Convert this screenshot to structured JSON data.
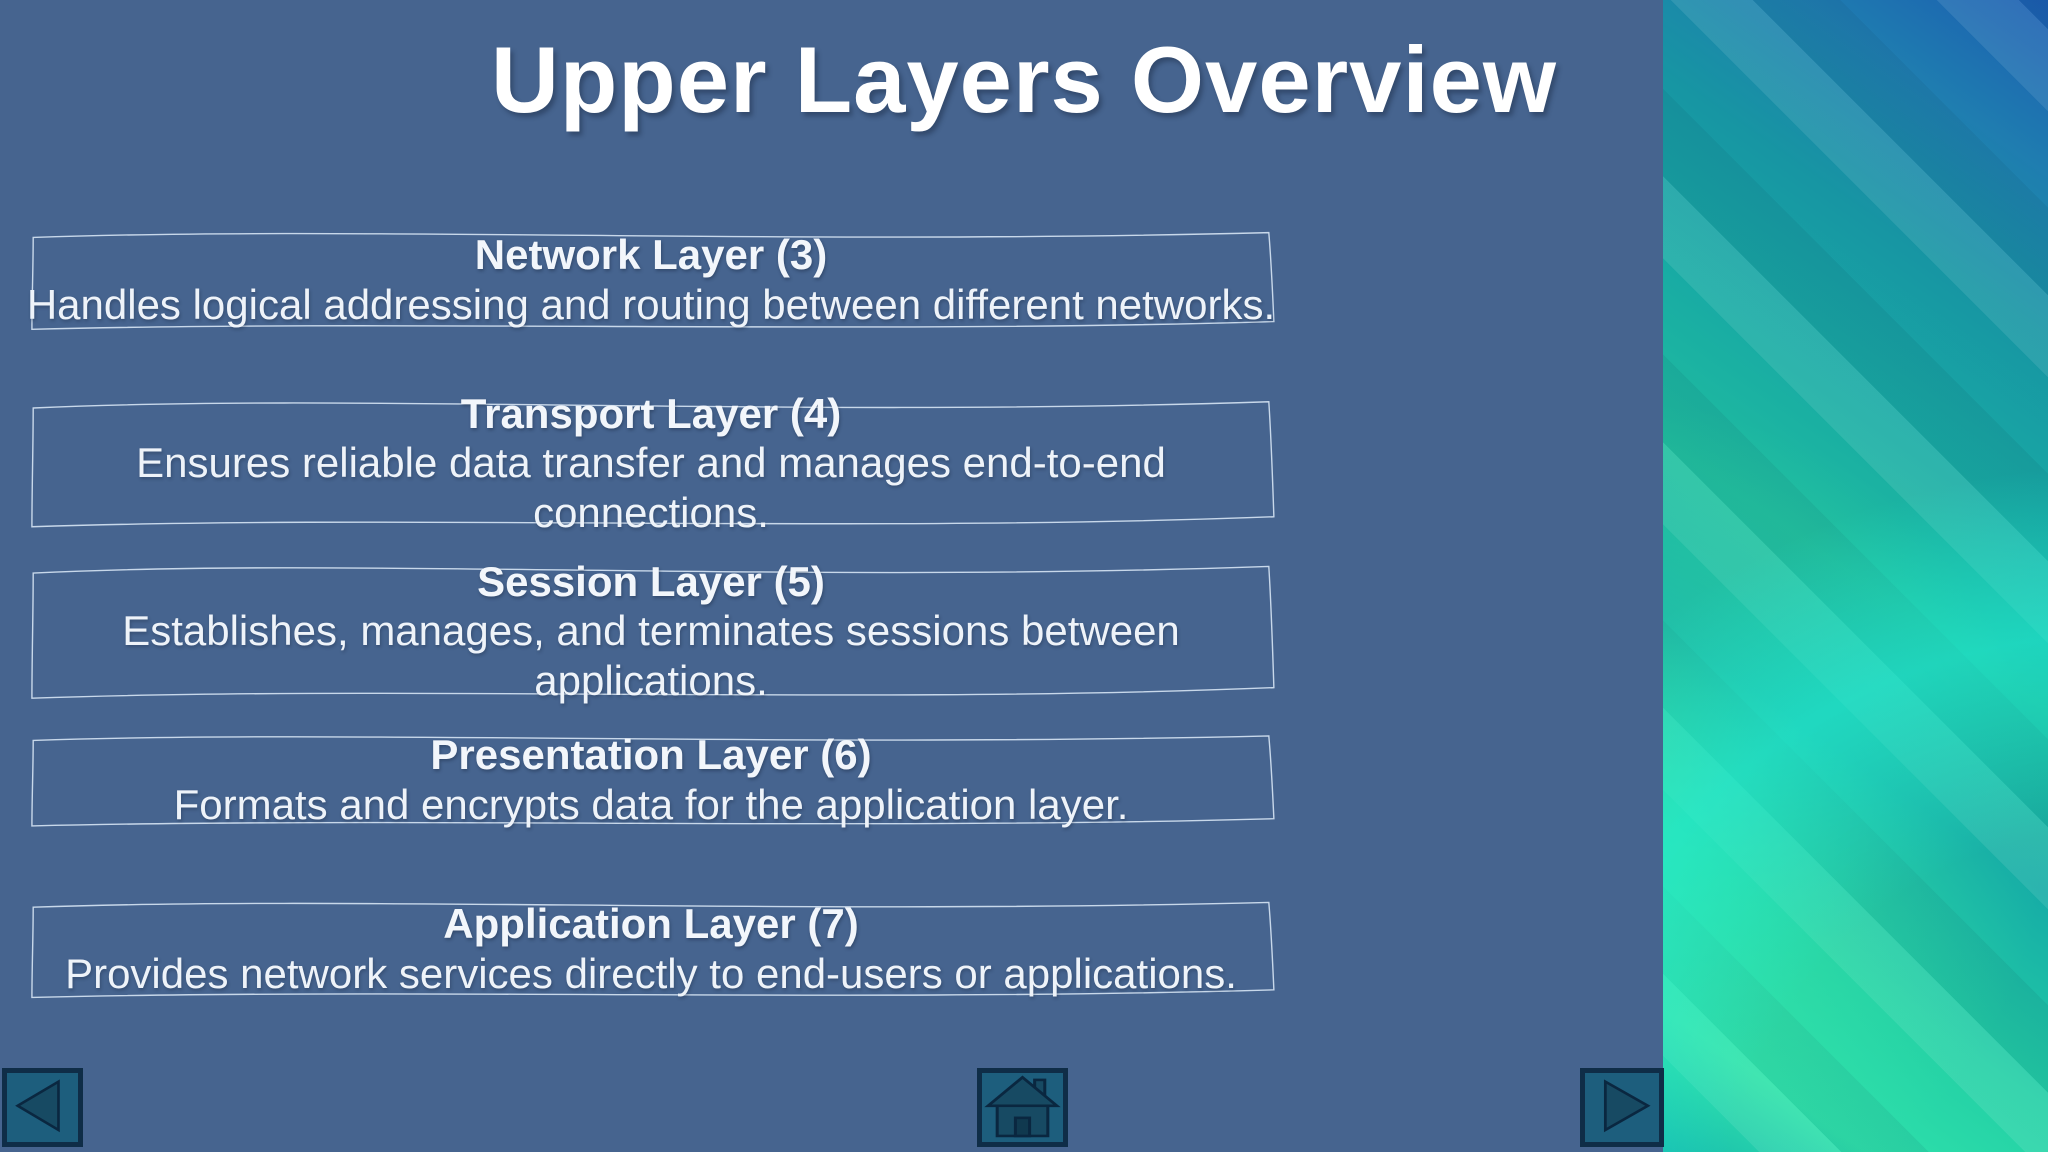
{
  "slide": {
    "title": "Upper Layers Overview",
    "background_color": "#46648f",
    "title_color": "#ffffff",
    "box_border_color": "#d6e4f4",
    "text_color": "#eef3f9",
    "boxes": [
      {
        "heading": "Network Layer (3)",
        "body_lines": [
          "Handles logical addressing and routing between different networks."
        ]
      },
      {
        "heading": "Transport Layer (4)",
        "body_lines": [
          "Ensures reliable data transfer and manages end-to-end",
          "connections."
        ]
      },
      {
        "heading": "Session Layer (5)",
        "body_lines": [
          "Establishes, manages, and terminates sessions between",
          "applications."
        ]
      },
      {
        "heading": "Presentation Layer (6)",
        "body_lines": [
          "Formats and encrypts data for the application layer."
        ]
      },
      {
        "heading": "Application Layer (7)",
        "body_lines": [
          "Provides network services directly to end-users or applications."
        ]
      }
    ]
  },
  "navigation": {
    "buttons": [
      {
        "id": "back-btn",
        "icon": "left-arrow-icon",
        "action": "previous-slide"
      },
      {
        "id": "home-btn",
        "icon": "home-icon",
        "action": "home"
      },
      {
        "id": "next-btn",
        "icon": "right-arrow-icon",
        "action": "next-slide"
      }
    ],
    "button_color": "#1d5e7d",
    "button_border_color": "#0f2d47",
    "icon_color": "#174a63"
  },
  "side_image": {
    "description": "abstract diagonal teal-green gradient artwork",
    "palette": [
      "#1b5cb1",
      "#1f7db0",
      "#1795a3",
      "#18aaa4",
      "#1fbd9f",
      "#2ee0ab",
      "#20eed6",
      "#13b4ad"
    ]
  }
}
